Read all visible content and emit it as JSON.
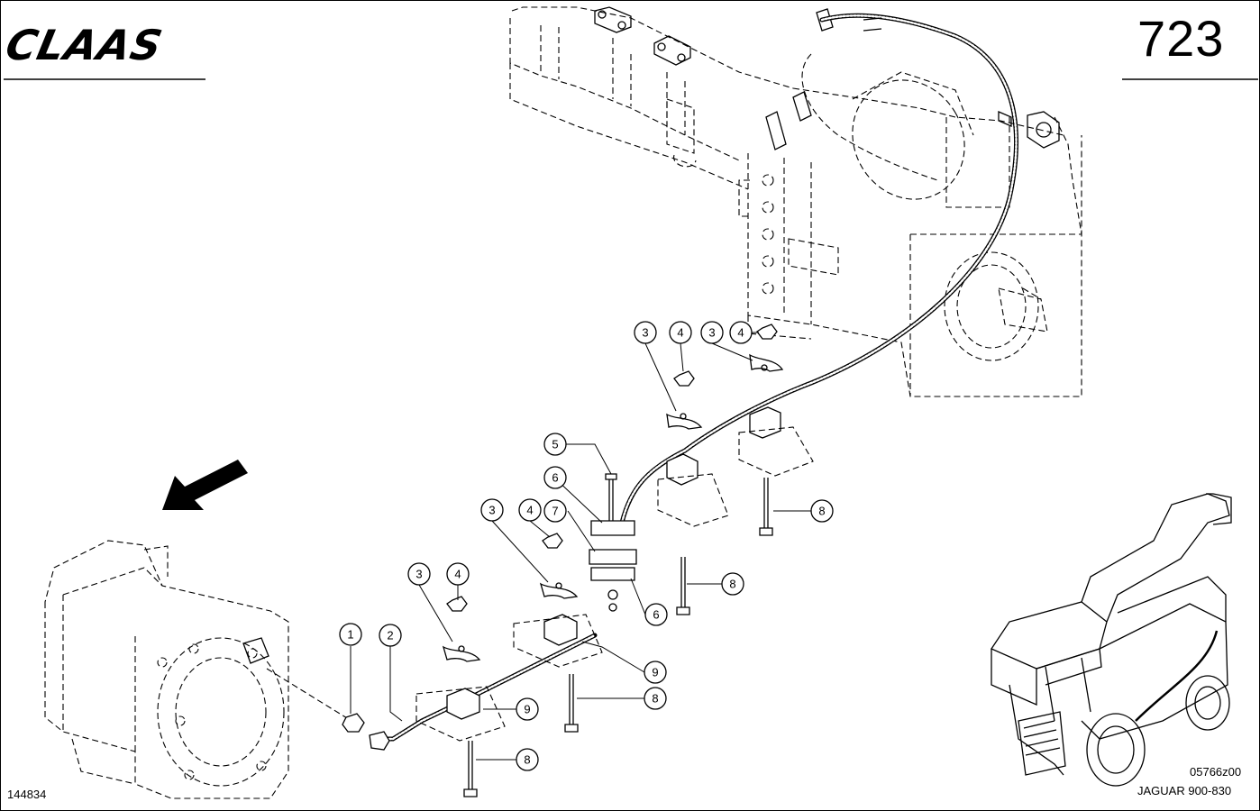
{
  "header": {
    "brand_logo": "CLAAS",
    "page_number": "723"
  },
  "footer": {
    "drawing_id": "144834",
    "figure_code": "05766z00",
    "model_range": "JAGUAR 900-830"
  },
  "callouts": [
    "1",
    "2",
    "3",
    "4",
    "5",
    "6",
    "7",
    "8",
    "9"
  ],
  "icons": [
    "claas-logo",
    "direction-arrow-icon",
    "harvester-thumbnail"
  ]
}
